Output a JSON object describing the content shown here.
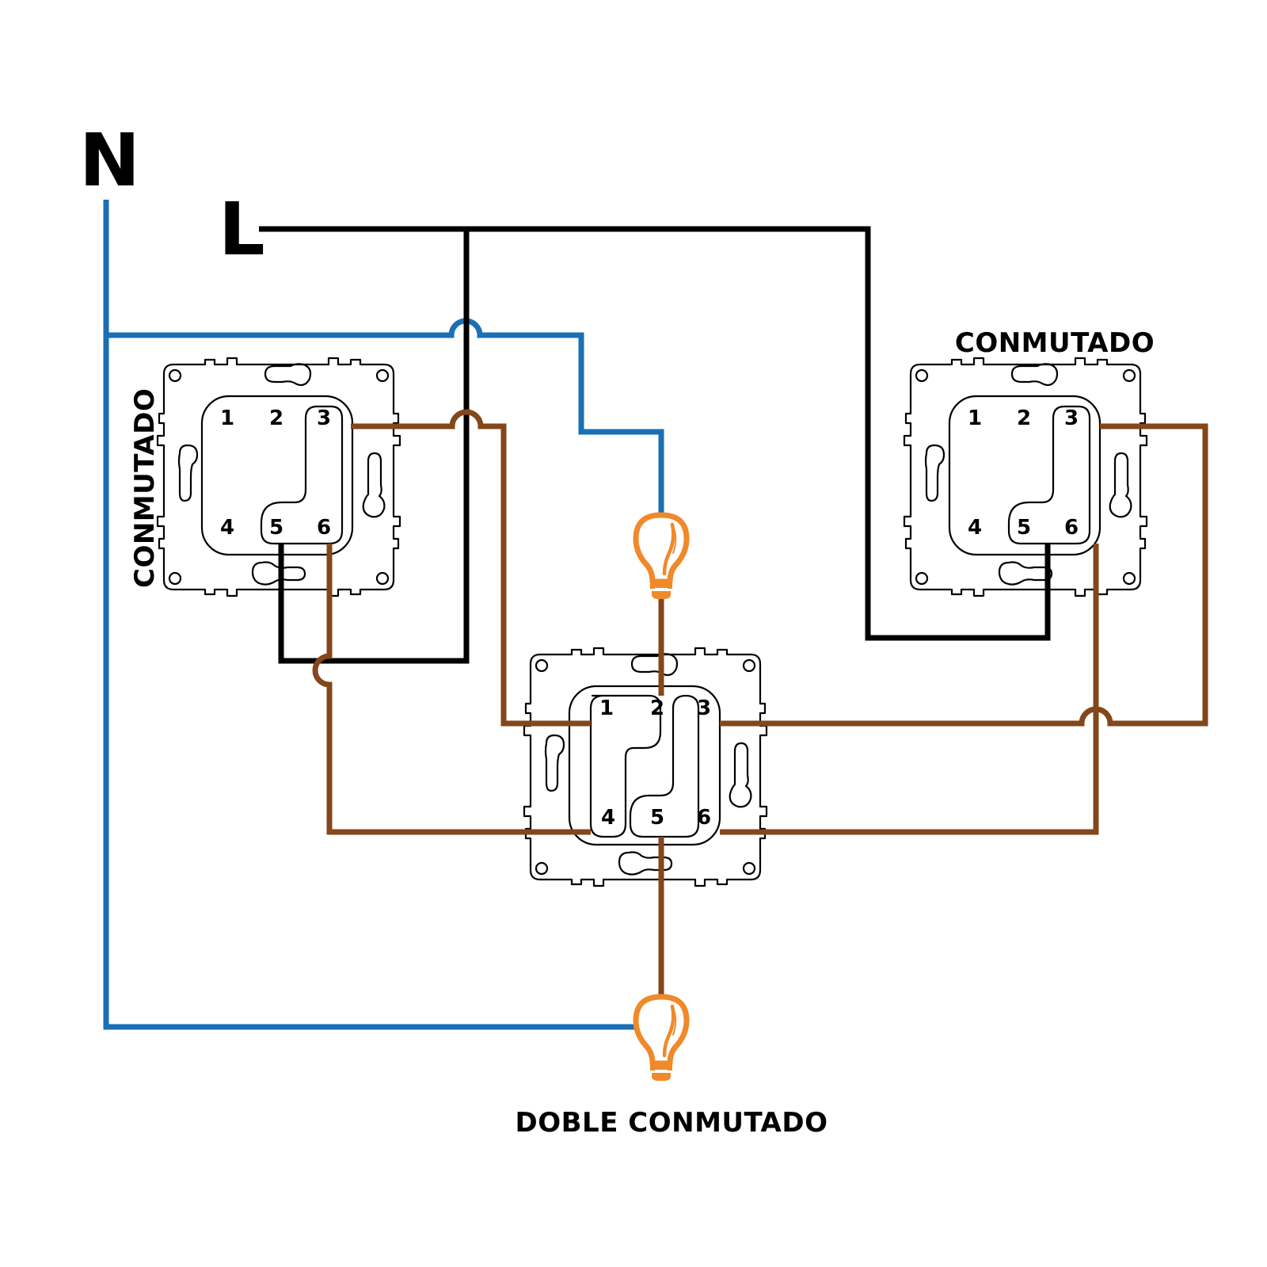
{
  "labels": {
    "neutral": "N",
    "live": "L",
    "left_switch": "CONMUTADO",
    "right_switch": "CONMUTADO",
    "center_switch": "DOBLE CONMUTADO"
  },
  "colors": {
    "neutral_wire": "#1a6fb5",
    "live_wire": "#000000",
    "switched_wire": "#84461b",
    "bulb": "#f0892a",
    "outline": "#000000",
    "background": "#ffffff"
  },
  "switches": [
    {
      "id": "left",
      "type": "two-way",
      "label_orientation": "vertical",
      "terminals": [
        "1",
        "2",
        "3",
        "4",
        "5",
        "6"
      ],
      "bridges": [
        [
          "3",
          "5"
        ]
      ]
    },
    {
      "id": "center",
      "type": "double two-way",
      "terminals": [
        "1",
        "2",
        "3",
        "4",
        "5",
        "6"
      ],
      "bridges": [
        [
          "1",
          "2",
          "4"
        ],
        [
          "3",
          "5",
          "6"
        ]
      ]
    },
    {
      "id": "right",
      "type": "two-way",
      "terminals": [
        "1",
        "2",
        "3",
        "4",
        "5",
        "6"
      ],
      "bridges": [
        [
          "3",
          "5"
        ]
      ]
    }
  ],
  "bulbs": [
    {
      "id": "upper",
      "icon": "lightbulb-icon"
    },
    {
      "id": "lower",
      "icon": "lightbulb-icon"
    }
  ],
  "connections": [
    {
      "wire": "neutral",
      "from": "N",
      "to": "bulb-upper"
    },
    {
      "wire": "neutral",
      "from": "N",
      "to": "bulb-lower"
    },
    {
      "wire": "live",
      "from": "L",
      "to": "left-5"
    },
    {
      "wire": "live",
      "from": "L",
      "to": "right-5"
    },
    {
      "wire": "switched",
      "from": "left-3",
      "to": "center-1"
    },
    {
      "wire": "switched",
      "from": "left-6",
      "to": "center-4"
    },
    {
      "wire": "switched",
      "from": "right-3",
      "to": "center-3"
    },
    {
      "wire": "switched",
      "from": "right-6",
      "to": "center-6"
    },
    {
      "wire": "switched",
      "from": "center-2",
      "to": "bulb-upper"
    },
    {
      "wire": "switched",
      "from": "center-5",
      "to": "bulb-lower"
    }
  ]
}
